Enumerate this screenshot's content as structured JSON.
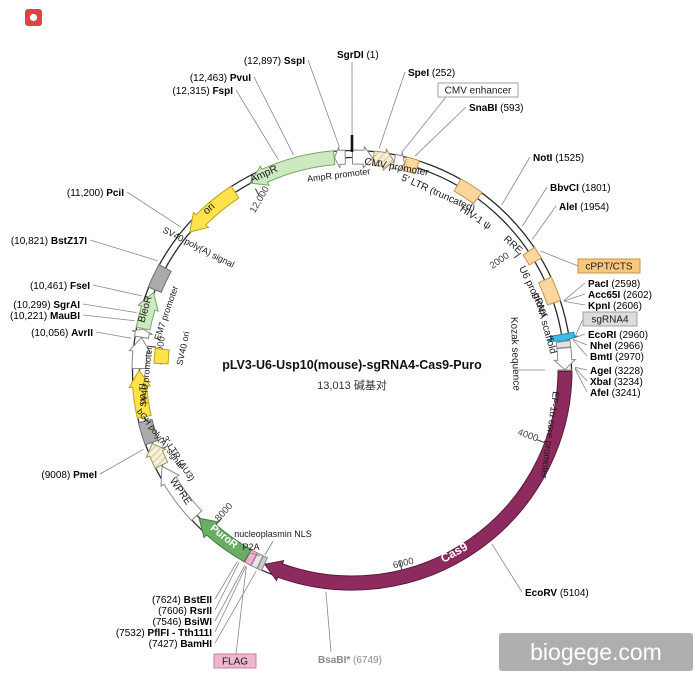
{
  "diagram": {
    "title": "pLV3-U6-Usp10(mouse)-sgRNA4-Cas9-Puro",
    "subtitle": "13,013 碱基对",
    "length_bp": 13013,
    "watermark": "biogege.com",
    "ticks": [
      {
        "bp": 2000,
        "label": "2000"
      },
      {
        "bp": 4000,
        "label": "4000"
      },
      {
        "bp": 6000,
        "label": "6000"
      },
      {
        "bp": 8000,
        "label": "8000"
      },
      {
        "bp": 10000,
        "label": "10,000"
      },
      {
        "bp": 12000,
        "label": "12,000"
      }
    ],
    "features": [
      {
        "name": "cmv-promoter",
        "label": "CMV promoter",
        "start": 5,
        "end": 203,
        "dir": 1,
        "fill": "#ffffff",
        "stroke": "#8a8a8a"
      },
      {
        "name": "5-ltr-truncated",
        "label": "5' LTR (truncated)",
        "start": 210,
        "end": 410,
        "dir": 1,
        "fill": "hatch",
        "stroke": "#a3925f"
      },
      {
        "name": "cmv-enhancer-feature",
        "label": "",
        "start": 413,
        "end": 516,
        "dir": 1,
        "fill": "#ffffff",
        "stroke": "#8a8a8a"
      },
      {
        "name": "hiv-1-psi",
        "label": "HIV-1 ψ",
        "start": 520,
        "end": 644,
        "dir": 0,
        "fill": "#fbd7a0",
        "stroke": "#c89454"
      },
      {
        "name": "rre",
        "label": "RRE",
        "start": 1074,
        "end": 1308,
        "dir": 0,
        "fill": "#fbd7a0",
        "stroke": "#c89454"
      },
      {
        "name": "cppt-cts-feature",
        "label": "",
        "start": 2028,
        "end": 2146,
        "dir": 0,
        "fill": "#fbd7a0",
        "stroke": "#c89454"
      },
      {
        "name": "u6-promoter",
        "label": "U6 promoter",
        "start": 2348,
        "end": 2588,
        "dir": 0,
        "fill": "#fbd7a0",
        "stroke": "#c89454"
      },
      {
        "name": "sgrna4-feature",
        "label": "",
        "start": 2905,
        "end": 2975,
        "dir": 1,
        "wide": true,
        "fill": "#3bbde8",
        "stroke": "#1e84a8"
      },
      {
        "name": "grna-scaffold",
        "label": "gRNA scaffold",
        "start": 2976,
        "end": 3035,
        "dir": 0,
        "fill": "#e3e3e3",
        "stroke": "#909090"
      },
      {
        "name": "ef1a-core-promoter",
        "label": "EF-1α core promoter",
        "start": 3040,
        "end": 3250,
        "dir": 1,
        "fill": "#ffffff",
        "stroke": "#8a8a8a"
      },
      {
        "name": "kozak",
        "label": "Kozak sequence",
        "start": 3252,
        "end": 3262,
        "dir": 0,
        "fill": "#dddddd",
        "stroke": "#909090"
      },
      {
        "name": "cas9",
        "label": "Cas9",
        "start": 3266,
        "end": 7380,
        "dir": 1,
        "fill": "#8d2b5e",
        "stroke": "#5a1a3c"
      },
      {
        "name": "nucleoplasmin-nls",
        "label": "nucleoplasmin NLS",
        "start": 7384,
        "end": 7428,
        "dir": 0,
        "fill": "#cccccc",
        "stroke": "#8a8a8a"
      },
      {
        "name": "p2a",
        "label": "P2A",
        "start": 7432,
        "end": 7492,
        "dir": 0,
        "fill": "#e6e6e6",
        "stroke": "#8a8a8a"
      },
      {
        "name": "flag-feature",
        "label": "",
        "start": 7496,
        "end": 7562,
        "dir": 0,
        "fill": "#f2b1cc",
        "stroke": "#bb6b96"
      },
      {
        "name": "puror",
        "label": "PuroR",
        "start": 7566,
        "end": 8165,
        "dir": 1,
        "fill": "#6aad64",
        "stroke": "#417e3d"
      },
      {
        "name": "wpre",
        "label": "WPRE",
        "start": 8200,
        "end": 8788,
        "dir": 1,
        "fill": "#ffffff",
        "stroke": "#8a8a8a"
      },
      {
        "name": "3-ltr-du3",
        "label": "3' LTR (ΔU3)",
        "start": 8800,
        "end": 9030,
        "dir": 1,
        "fill": "hatch",
        "stroke": "#a3925f"
      },
      {
        "name": "bgh-polya",
        "label": "bGH poly(A) signal",
        "start": 9040,
        "end": 9258,
        "dir": 0,
        "fill": "#ababab",
        "stroke": "#6f6f6f"
      },
      {
        "name": "f1-ori",
        "label": "f1 ori",
        "start": 9300,
        "end": 9758,
        "dir": 1,
        "fill": "#ffe34d",
        "stroke": "#bda312"
      },
      {
        "name": "sv40-promoter",
        "label": "SV40 promoter",
        "start": 9775,
        "end": 10075,
        "dir": 1,
        "fill": "#ffffff",
        "stroke": "#8a8a8a"
      },
      {
        "name": "sv40-ori",
        "label": "SV40 ori",
        "start": 9830,
        "end": 9985,
        "dir": 0,
        "inner": true,
        "fill": "#ffe34d",
        "stroke": "#bda312"
      },
      {
        "name": "em7-promoter",
        "label": "EM7 promoter",
        "start": 10080,
        "end": 10160,
        "dir": 1,
        "fill": "#ffffff",
        "stroke": "#8a8a8a"
      },
      {
        "name": "bleor",
        "label": "BleoR",
        "start": 10165,
        "end": 10530,
        "dir": 1,
        "fill": "#cde9c2",
        "stroke": "#79a86b"
      },
      {
        "name": "sv40-polya",
        "label": "SV40 poly(A) signal",
        "start": 10560,
        "end": 10795,
        "dir": 0,
        "fill": "#ababab",
        "stroke": "#6f6f6f"
      },
      {
        "name": "ori",
        "label": "ori",
        "start": 11220,
        "end": 11808,
        "dir": -1,
        "fill": "#ffe34d",
        "stroke": "#bda312"
      },
      {
        "name": "ampr",
        "label": "AmpR",
        "start": 11979,
        "end": 12839,
        "dir": -1,
        "fill": "#cde9c2",
        "stroke": "#79a86b"
      },
      {
        "name": "ampr-promoter",
        "label": "AmpR promoter",
        "start": 12843,
        "end": 12947,
        "dir": -1,
        "fill": "#ffffff",
        "stroke": "#8a8a8a"
      }
    ],
    "enzymes": [
      {
        "name": "SgrDI",
        "pos": "(1)",
        "bp": 1,
        "order": "np"
      },
      {
        "name": "SspI",
        "pos": "(12,897)",
        "bp": 12897,
        "order": "pn"
      },
      {
        "name": "PvuI",
        "pos": "(12,463)",
        "bp": 12463,
        "order": "pn"
      },
      {
        "name": "FspI",
        "pos": "(12,315)",
        "bp": 12315,
        "order": "pn"
      },
      {
        "name": "SpeI",
        "pos": "(252)",
        "bp": 252,
        "order": "np"
      },
      {
        "name": "SnaBI",
        "pos": "(593)",
        "bp": 593,
        "order": "np"
      },
      {
        "name": "NotI",
        "pos": "(1525)",
        "bp": 1525,
        "order": "np"
      },
      {
        "name": "BbvCI",
        "pos": "(1801)",
        "bp": 1801,
        "order": "np"
      },
      {
        "name": "AleI",
        "pos": "(1954)",
        "bp": 1954,
        "order": "np"
      },
      {
        "name": "PacI",
        "pos": "(2598)",
        "bp": 2598,
        "order": "np"
      },
      {
        "name": "Acc65I",
        "pos": "(2602)",
        "bp": 2602,
        "order": "np"
      },
      {
        "name": "KpnI",
        "pos": "(2606)",
        "bp": 2606,
        "order": "np"
      },
      {
        "name": "EcoRI",
        "pos": "(2960)",
        "bp": 2960,
        "order": "np"
      },
      {
        "name": "NheI",
        "pos": "(2966)",
        "bp": 2966,
        "order": "np"
      },
      {
        "name": "BmtI",
        "pos": "(2970)",
        "bp": 2970,
        "order": "np"
      },
      {
        "name": "AgeI",
        "pos": "(3228)",
        "bp": 3228,
        "order": "np"
      },
      {
        "name": "XbaI",
        "pos": "(3234)",
        "bp": 3234,
        "order": "np"
      },
      {
        "name": "AfeI",
        "pos": "(3241)",
        "bp": 3241,
        "order": "np"
      },
      {
        "name": "EcoRV",
        "pos": "(5104)",
        "bp": 5104,
        "order": "np"
      },
      {
        "name": "BsaBI*",
        "pos": "(6749)",
        "bp": 6749,
        "order": "np",
        "muted": true
      },
      {
        "name": "BamHI",
        "pos": "(7427)",
        "bp": 7427,
        "order": "pn"
      },
      {
        "name": "PflFI - Tth111I",
        "pos": "(7532)",
        "bp": 7532,
        "order": "pn"
      },
      {
        "name": "BsiWI",
        "pos": "(7546)",
        "bp": 7546,
        "order": "pn"
      },
      {
        "name": "RsrII",
        "pos": "(7606)",
        "bp": 7606,
        "order": "pn"
      },
      {
        "name": "BstEII",
        "pos": "(7624)",
        "bp": 7624,
        "order": "pn"
      },
      {
        "name": "PmeI",
        "pos": "(9008)",
        "bp": 9008,
        "order": "pn"
      },
      {
        "name": "AvrII",
        "pos": "(10,056)",
        "bp": 10056,
        "order": "pn"
      },
      {
        "name": "MauBI",
        "pos": "(10,221)",
        "bp": 10221,
        "order": "pn"
      },
      {
        "name": "SgrAI",
        "pos": "(10,299)",
        "bp": 10299,
        "order": "pn"
      },
      {
        "name": "FseI",
        "pos": "(10,461)",
        "bp": 10461,
        "order": "pn"
      },
      {
        "name": "BstZ17I",
        "pos": "(10,821)",
        "bp": 10821,
        "order": "pn"
      },
      {
        "name": "PciI",
        "pos": "(11,200)",
        "bp": 11200,
        "order": "pn"
      }
    ],
    "boxed_labels": [
      {
        "name": "cmv-enhancer",
        "label": "CMV enhancer",
        "bp": 465,
        "bg": "#ffffff",
        "border": "#999999"
      },
      {
        "name": "cppt-cts",
        "label": "cPPT/CTS",
        "bp": 2087,
        "bg": "#f9c87e",
        "border": "#bf8a3e"
      },
      {
        "name": "sgrna4",
        "label": "sgRNA4",
        "bp": 2940,
        "bg": "#dcdcdc",
        "border": "#999999"
      },
      {
        "name": "flag",
        "label": "FLAG",
        "bp": 7529,
        "bg": "#f0b6d0",
        "border": "#c173a0"
      }
    ]
  }
}
